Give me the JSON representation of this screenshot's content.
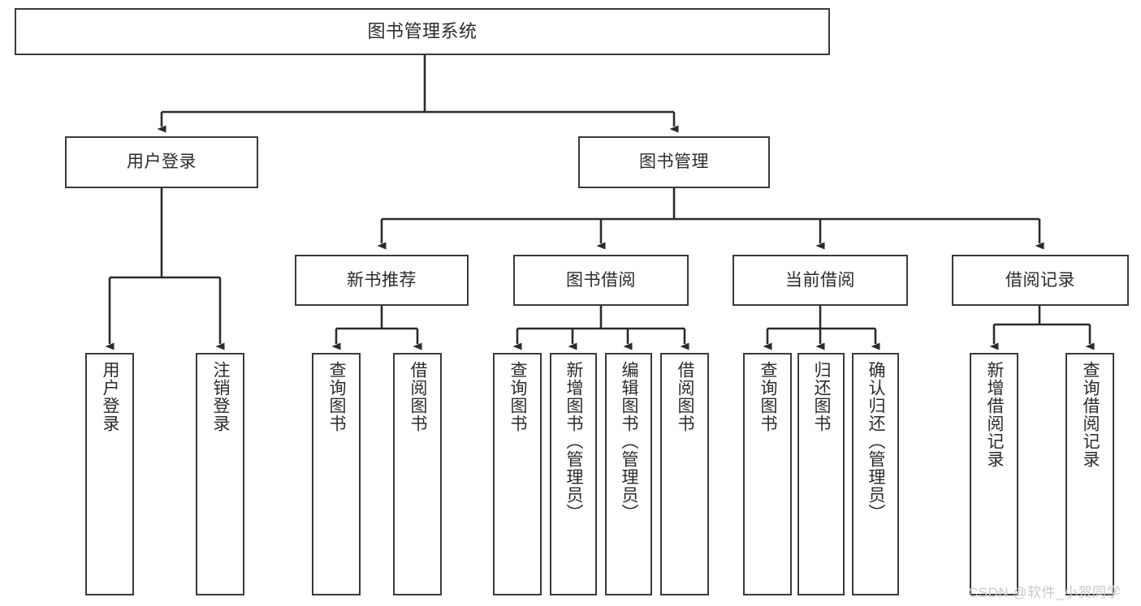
{
  "diagram": {
    "title": "图书管理系统",
    "watermark": "CSDN @软件_小贺同学",
    "colors": {
      "box_border": "#3a3a3a",
      "box_fill": "#ffffff",
      "edge": "#2b2b2b",
      "text": "#2b2b2b",
      "watermark": "#c9c9c9",
      "background": "#ffffff"
    },
    "nodes": {
      "root": {
        "label": "图书管理系统"
      },
      "level2": [
        {
          "id": "user-login",
          "label": "用户登录"
        },
        {
          "id": "book-management",
          "label": "图书管理"
        }
      ],
      "level3": [
        {
          "id": "new-book-recommend",
          "label": "新书推荐"
        },
        {
          "id": "book-borrow",
          "label": "图书借阅"
        },
        {
          "id": "current-borrow",
          "label": "当前借阅"
        },
        {
          "id": "borrow-record",
          "label": "借阅记录"
        }
      ],
      "leaves": {
        "user_login": [
          {
            "id": "leaf-user-login",
            "label": "用户登录"
          },
          {
            "id": "leaf-logout-login",
            "label": "注销登录"
          }
        ],
        "new_book_recommend": [
          {
            "id": "leaf-query-book-1",
            "label": "查询图书"
          },
          {
            "id": "leaf-borrow-book-1",
            "label": "借阅图书"
          }
        ],
        "book_borrow": [
          {
            "id": "leaf-query-book-2",
            "label": "查询图书"
          },
          {
            "id": "leaf-add-book-admin",
            "label": "新增图书（管理员）"
          },
          {
            "id": "leaf-edit-book-admin",
            "label": "编辑图书（管理员）"
          },
          {
            "id": "leaf-borrow-book-2",
            "label": "借阅图书"
          }
        ],
        "current_borrow": [
          {
            "id": "leaf-query-book-3",
            "label": "查询图书"
          },
          {
            "id": "leaf-return-book",
            "label": "归还图书"
          },
          {
            "id": "leaf-confirm-return-admin",
            "label": "确认归还（管理员）"
          }
        ],
        "borrow_record": [
          {
            "id": "leaf-add-borrow-record",
            "label": "新增借阅记录"
          },
          {
            "id": "leaf-query-borrow-record",
            "label": "查询借阅记录"
          }
        ]
      }
    }
  }
}
